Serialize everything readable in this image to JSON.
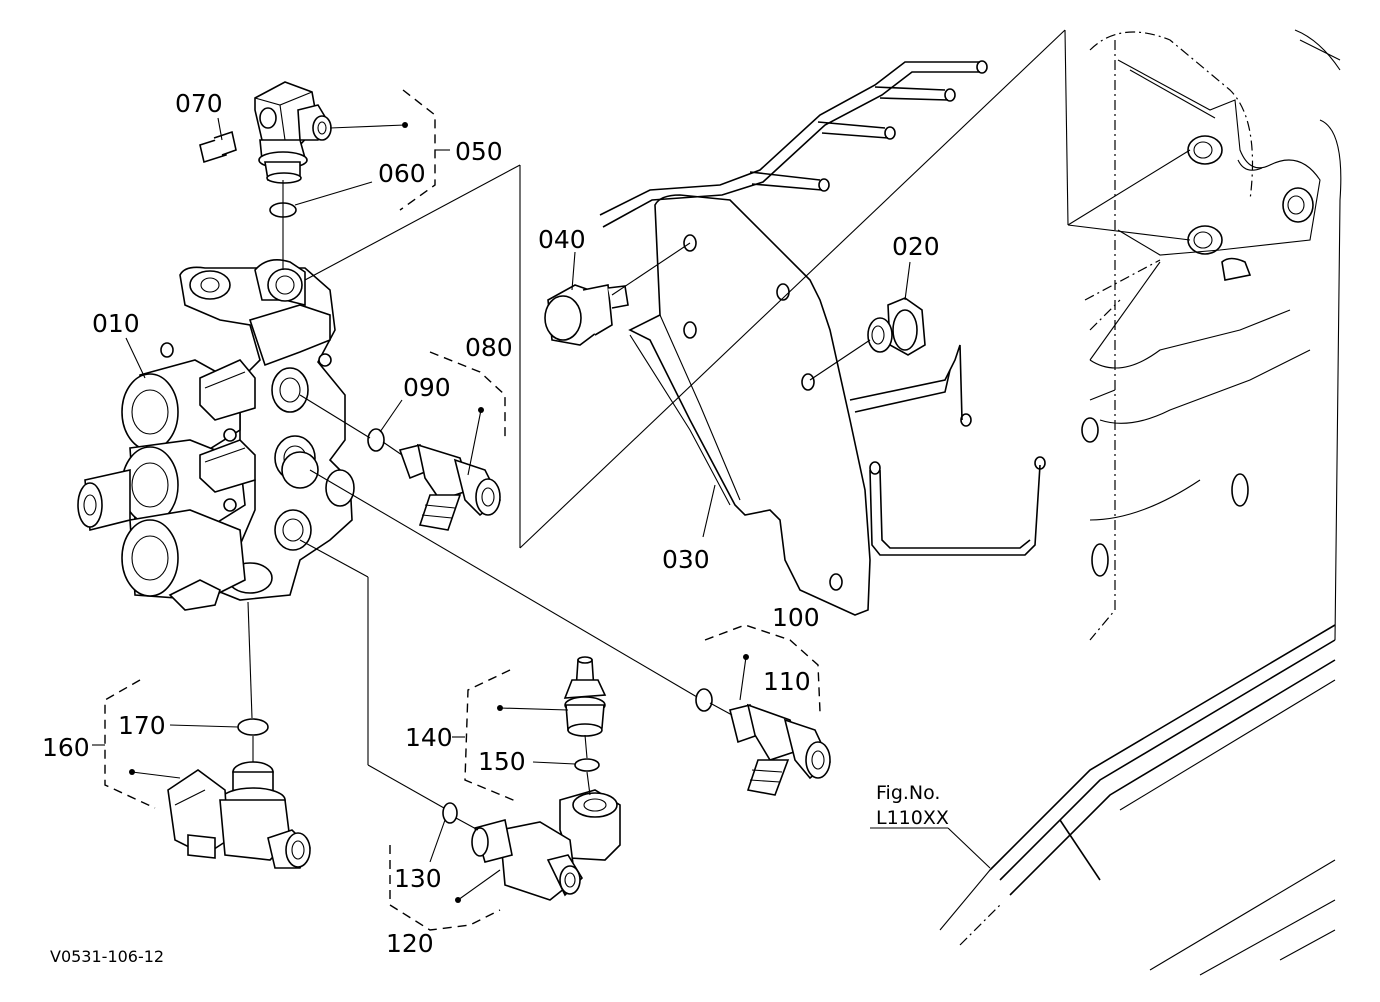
{
  "labels": {
    "p010": "010",
    "p020": "020",
    "p030": "030",
    "p040": "040",
    "p050": "050",
    "p060": "060",
    "p070": "070",
    "p080": "080",
    "p090": "090",
    "p100": "100",
    "p110": "110",
    "p120": "120",
    "p130": "130",
    "p140": "140",
    "p150": "150",
    "p160": "160",
    "p170": "170"
  },
  "figure_ref": {
    "line1": "Fig.No.",
    "line2": "L110XX"
  },
  "drawing_code": "V0531-106-12"
}
